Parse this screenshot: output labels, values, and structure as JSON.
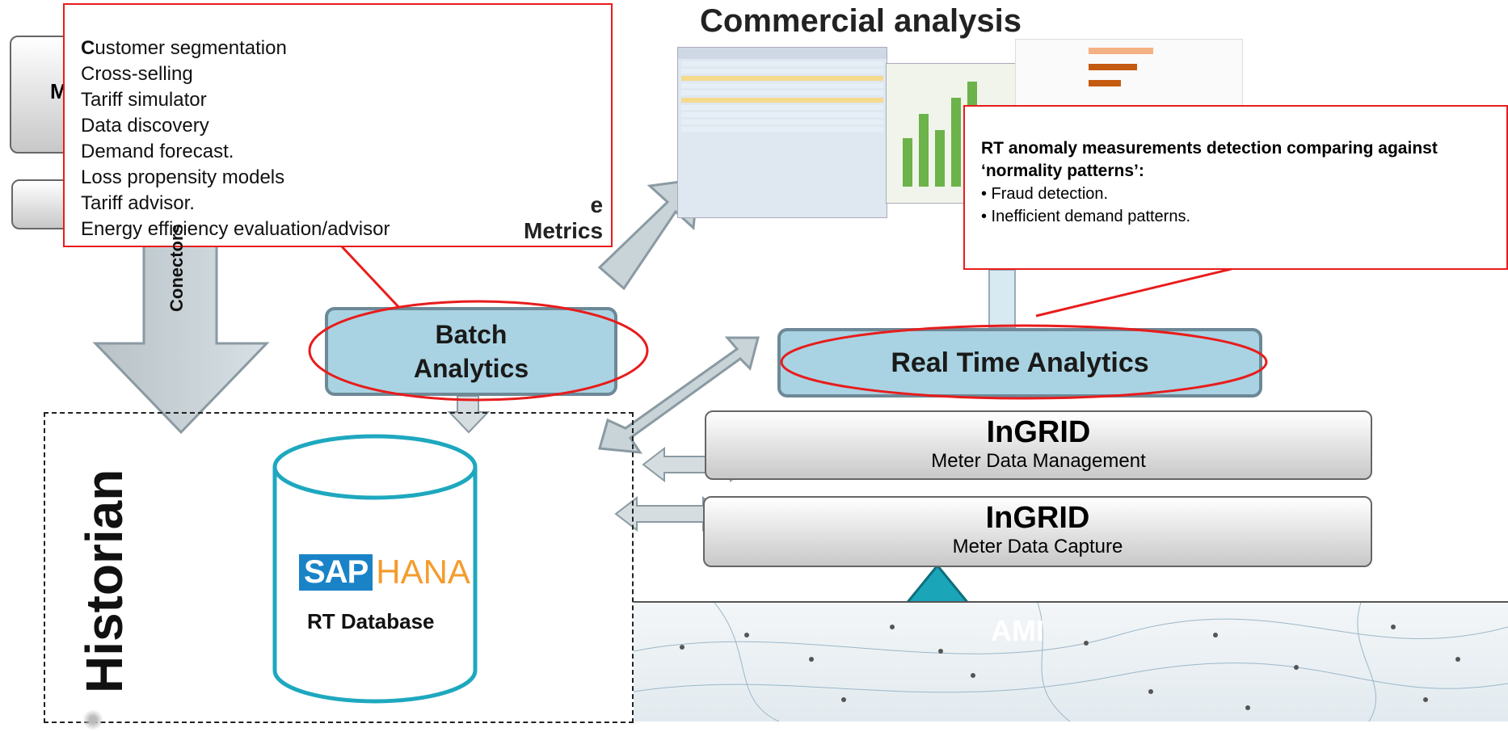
{
  "commercial_title": "Commercial analysis",
  "segmentation_callout": {
    "items": [
      "Customer segmentation",
      "Cross-selling",
      "Tariff simulator",
      "Data discovery",
      "Demand forecast.",
      "Loss propensity models",
      "Tariff  advisor.",
      "Energy efficiency evaluation/advisor"
    ]
  },
  "hidden_box_fragment": "M",
  "metrics_fragment": "e\nMetrics",
  "connectors_label": "Conectors",
  "batch_analytics_label": "Batch\nAnalytics",
  "anomaly_callout": {
    "heading": "RT anomaly  measurements detection comparing against ‘normality patterns’:",
    "bullets": [
      "Fraud detection.",
      " Inefficient demand patterns."
    ]
  },
  "real_time_analytics_label": "Real Time Analytics",
  "mdm": {
    "title": "InGRID",
    "subtitle": "Meter Data Management"
  },
  "mdc": {
    "title": "InGRID",
    "subtitle": "Meter Data Capture"
  },
  "historian_label": "Historian",
  "database": {
    "sap": "SAP",
    "hana": "HANA",
    "label": "RT Database"
  },
  "ami_label": "AMI",
  "colors": {
    "callout_border": "#e81c1c",
    "analytics_fill": "#a9d3e2",
    "teal": "#1aa6b8",
    "arrow_fill": "#c9d4d9"
  }
}
